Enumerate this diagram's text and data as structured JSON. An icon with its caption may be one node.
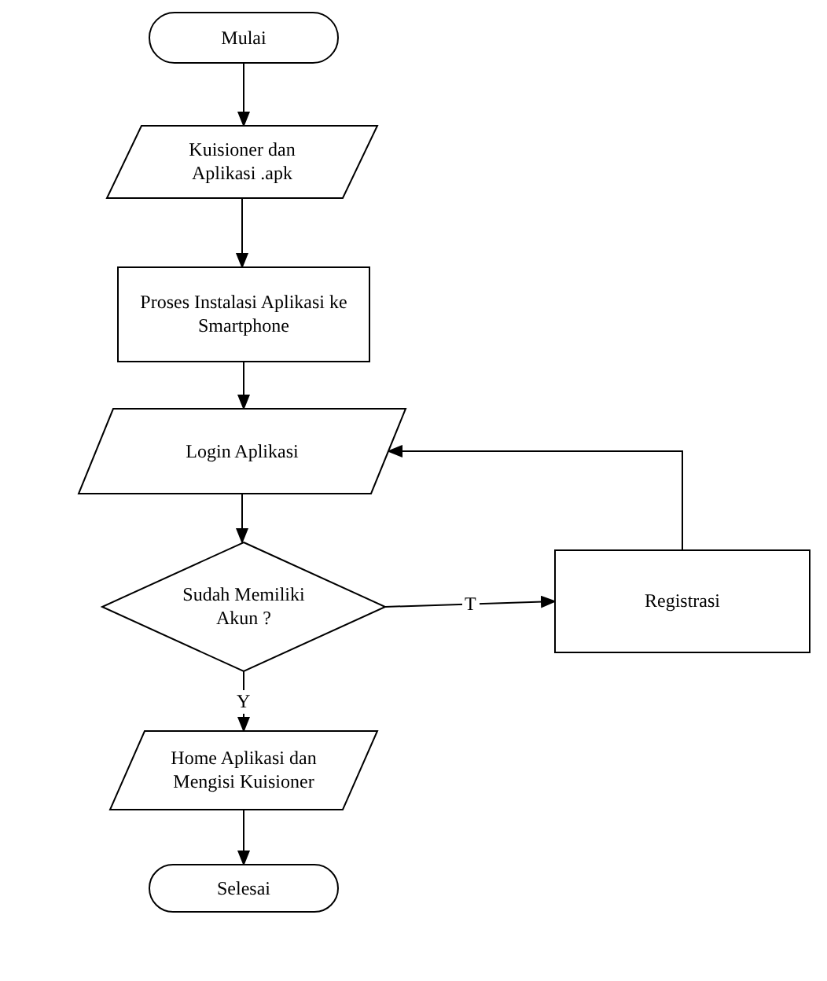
{
  "diagram": {
    "nodes": [
      {
        "text": [
          "Mulai"
        ]
      },
      {
        "text": [
          "Kuisioner dan Aplikasi .apk"
        ]
      },
      {
        "text": [
          "Proses Instalasi Aplikasi ke Smartphone"
        ]
      },
      {
        "text": [
          "Login Aplikasi"
        ]
      },
      {
        "text": [
          "Sudah Memiliki Akun ?"
        ]
      },
      {
        "text": [
          "Registrasi"
        ]
      },
      {
        "text": [
          "Home Aplikasi dan Mengisi Kuisioner"
        ]
      },
      {
        "text": [
          "Selesai"
        ]
      }
    ],
    "edges": [
      {
        "from": 0,
        "to": 1,
        "arrow": "to"
      },
      {
        "from": 1,
        "to": 2,
        "arrow": "to"
      },
      {
        "from": 2,
        "to": 3,
        "arrow": "to"
      },
      {
        "from": 3,
        "to": 4,
        "arrow": "to"
      },
      {
        "from": 4,
        "to": 5,
        "arrow": "to",
        "label": "T"
      },
      {
        "from": 5,
        "to": 3,
        "arrow": "to"
      },
      {
        "from": 4,
        "to": 6,
        "arrow": "to",
        "label": "Y"
      },
      {
        "from": 6,
        "to": 7,
        "arrow": "to"
      }
    ]
  }
}
